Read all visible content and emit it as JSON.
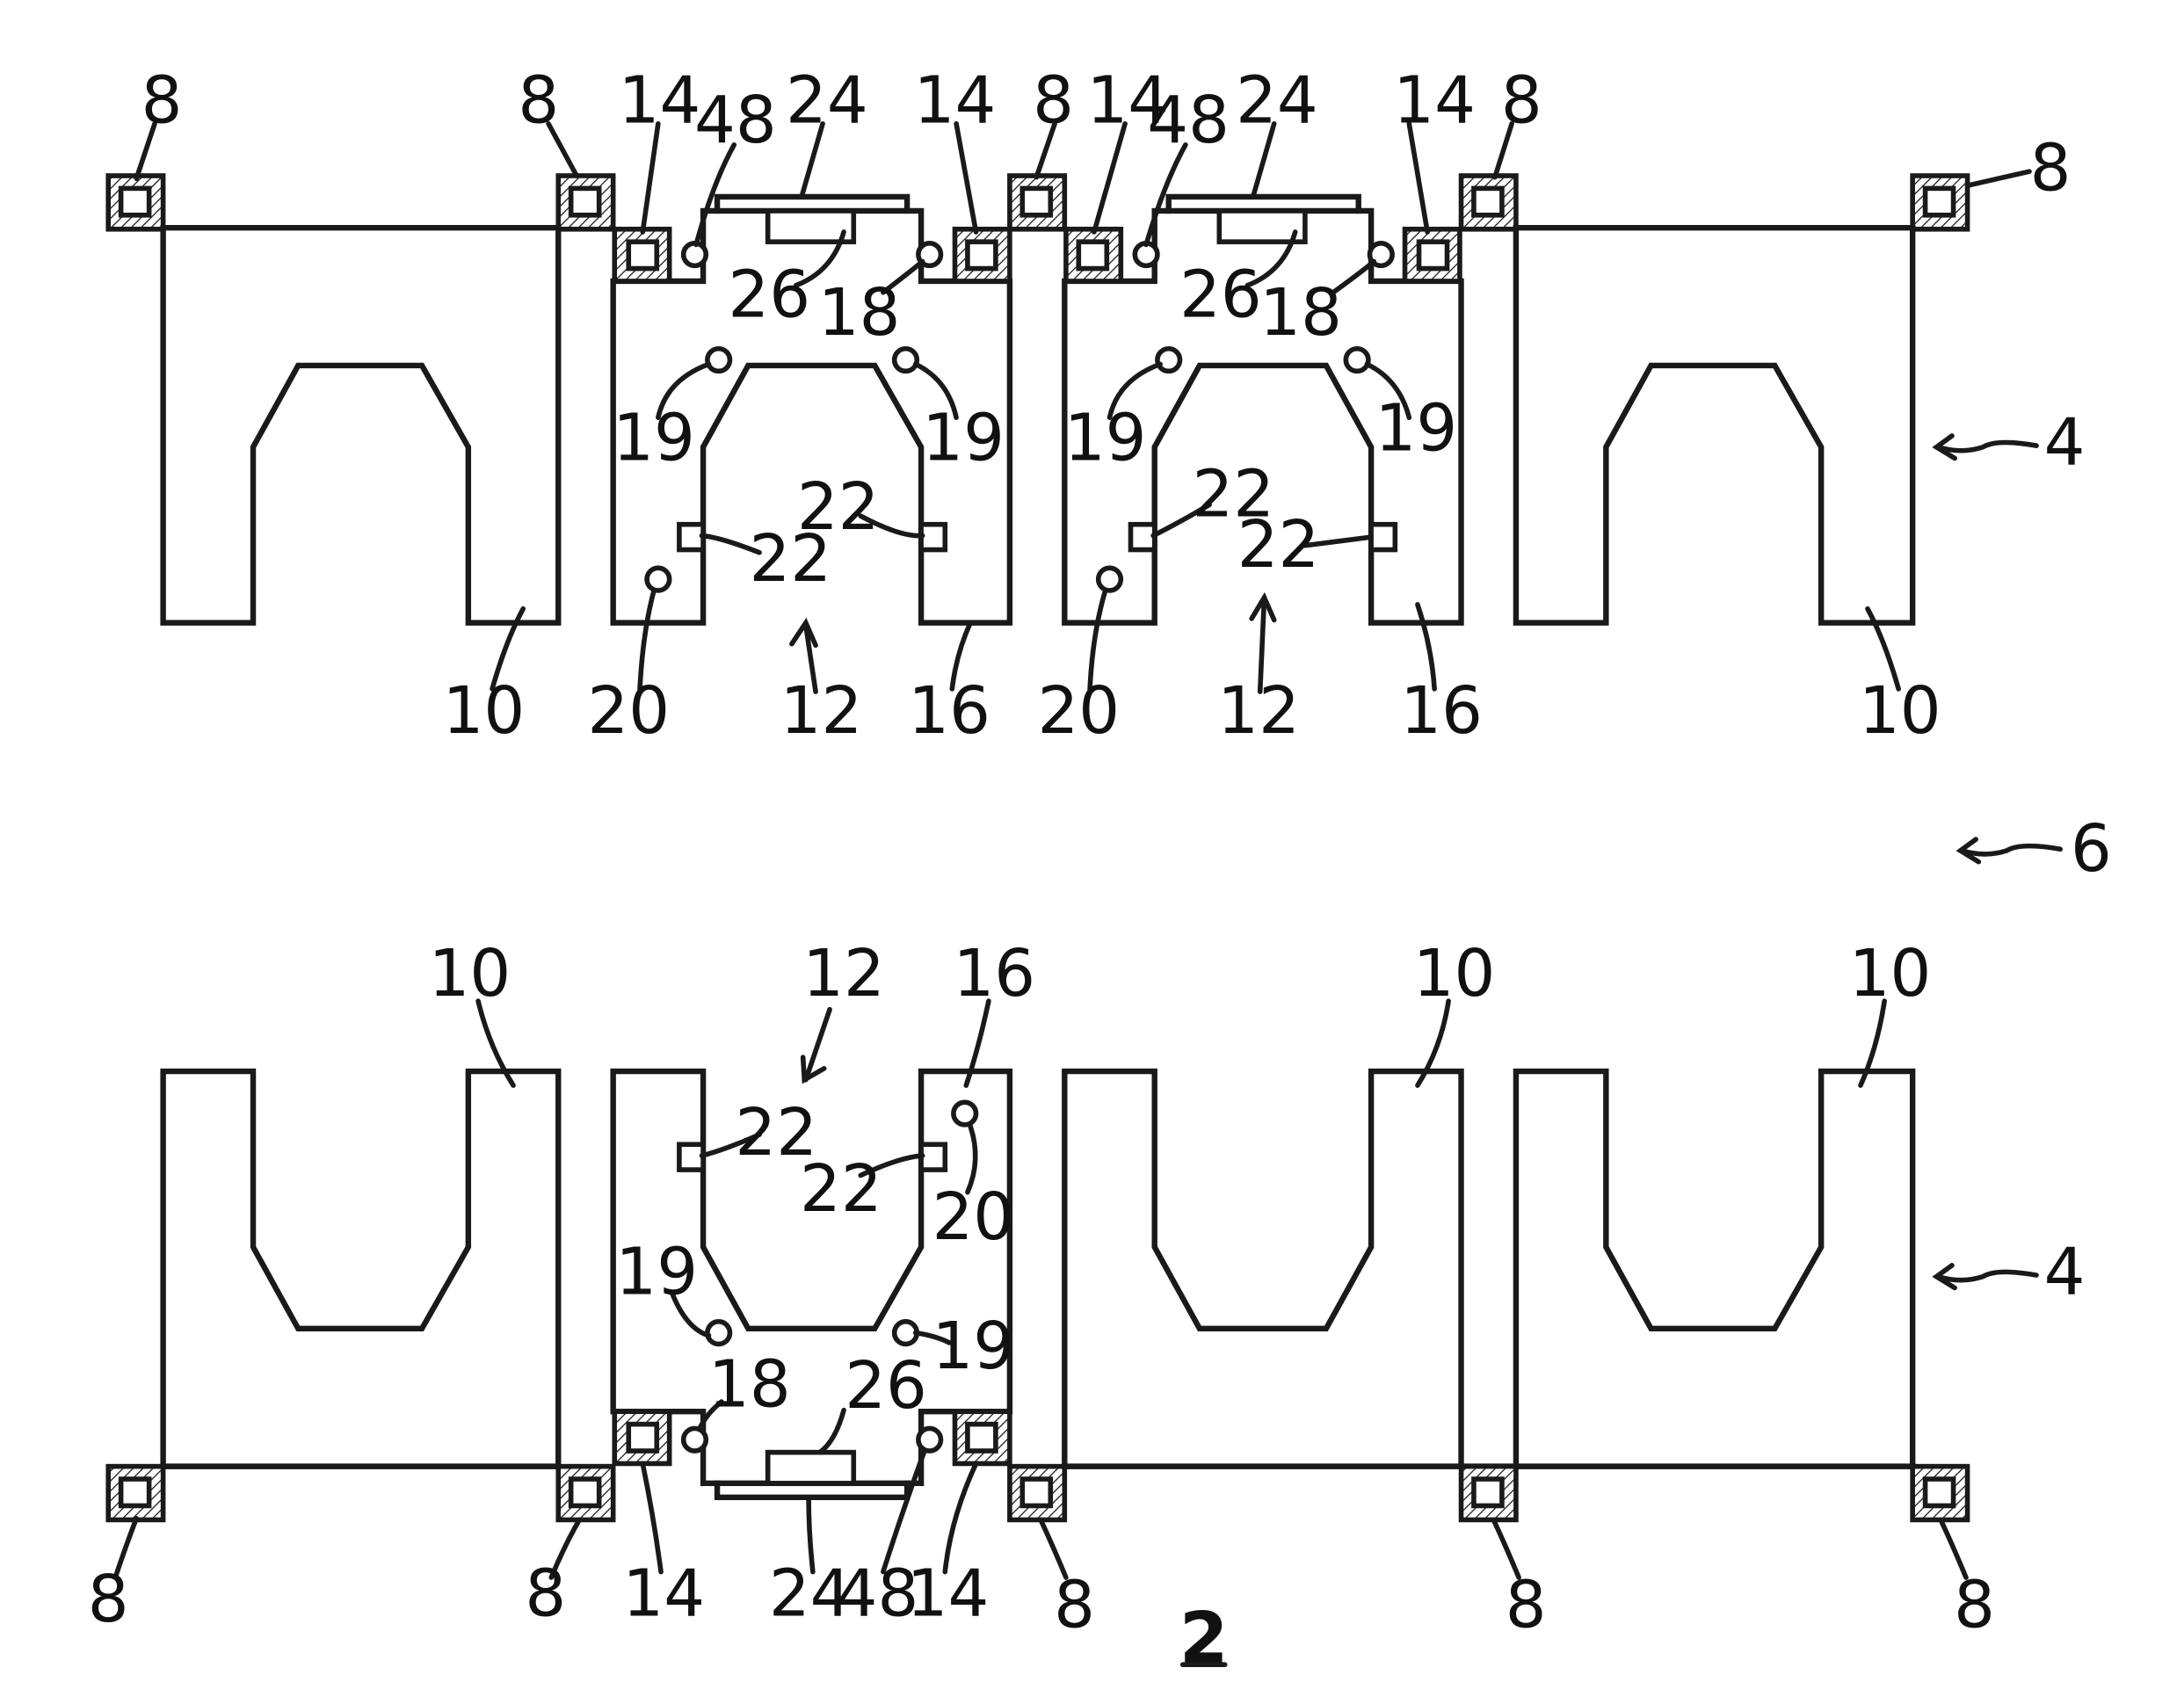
{
  "figure": {
    "number": "2",
    "sheet_label": "6",
    "module_label": "4"
  },
  "labels": {
    "electrode_pad": "8",
    "outer_tab": "10",
    "sensor_unit": "12",
    "sub_pad": "14",
    "inner_tab": "16",
    "via_a": "18",
    "via_b": "19",
    "via_c": "20",
    "marker": "22",
    "bridge": "24",
    "chip": "26",
    "via_d": "48"
  },
  "colors": {
    "line": "#1a1a1a",
    "hatch": "#1a1a1a",
    "background": "#ffffff"
  }
}
